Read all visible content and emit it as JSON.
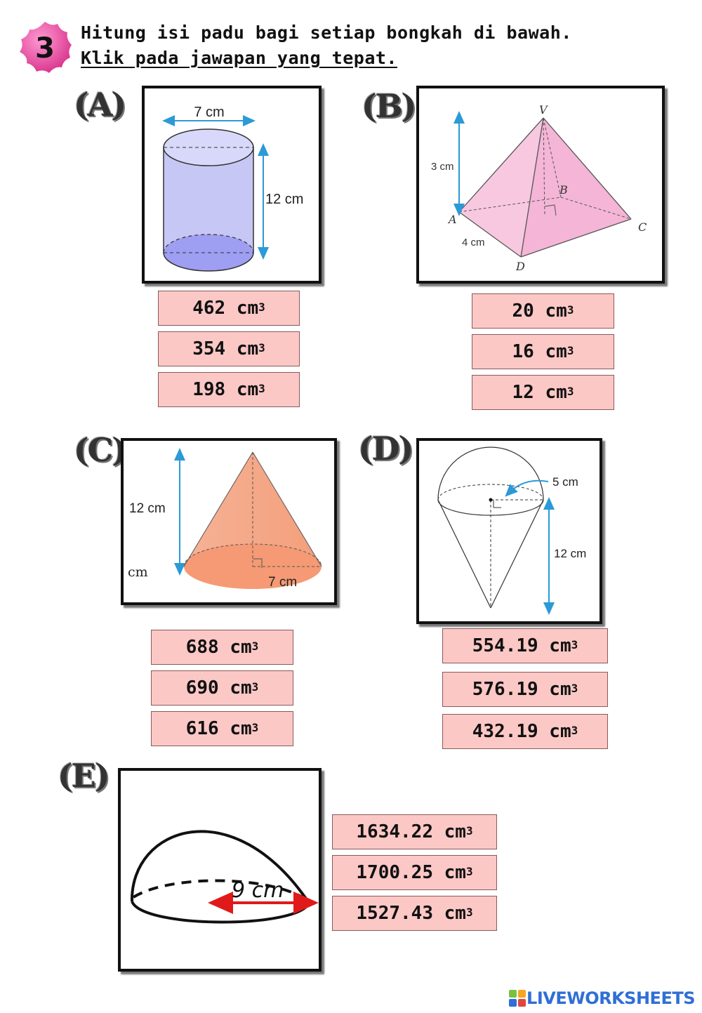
{
  "header": {
    "number": "3",
    "line1": "Hitung isi padu bagi setiap bongkah di bawah.",
    "line2": "Klik pada jawapan yang tepat."
  },
  "sections": {
    "a": {
      "letter": "(A)",
      "labels": {
        "diameter": "7 cm",
        "height": "12 cm"
      },
      "answers": [
        "462 cm",
        "354 cm",
        "198 cm"
      ]
    },
    "b": {
      "letter": "(B)",
      "labels": {
        "height": "3 cm",
        "side": "4 cm",
        "v": "V",
        "a": "A",
        "b": "B",
        "c": "C",
        "d": "D"
      },
      "answers": [
        "20 cm",
        "16 cm",
        "12 cm"
      ]
    },
    "c": {
      "letter": "(C)",
      "labels": {
        "height": "12 cm",
        "radius": "7 cm",
        "stray": "cm"
      },
      "answers": [
        "688 cm",
        "690 cm",
        "616 cm"
      ]
    },
    "d": {
      "letter": "(D)",
      "labels": {
        "radius": "5 cm",
        "height": "12 cm"
      },
      "answers": [
        "554.19 cm",
        "576.19 cm",
        "432.19 cm"
      ]
    },
    "e": {
      "letter": "(E)",
      "labels": {
        "radius": "9 cm"
      },
      "answers": [
        "1634.22 cm",
        "1700.25 cm",
        "1527.43 cm"
      ]
    }
  },
  "unit_superscript": "3",
  "footer": {
    "logo_text": "LIVEWORKSHEETS"
  },
  "colors": {
    "answer_bg": "#fbc8c6",
    "badge": "#e85aa8",
    "cylinder": "#c7c7f5",
    "pyramid": "#f7c0dc",
    "cone": "#f6a784",
    "arrow_blue": "#2b9ad6",
    "arrow_red": "#e01a1a",
    "logo": "#2f6fd6"
  }
}
